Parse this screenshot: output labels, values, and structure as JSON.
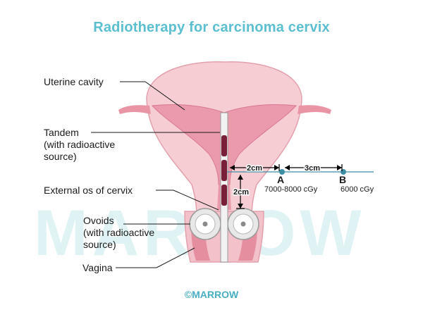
{
  "title": "Radiotherapy for carcinoma cervix",
  "watermark": "MARROW",
  "copyright": "©MARROW",
  "labels": {
    "uterine_cavity": "Uterine cavity",
    "tandem_line1": "Tandem",
    "tandem_line2": "(with radioactive",
    "tandem_line3": "source)",
    "external_os": "External os of cervix",
    "ovoids_line1": "Ovoids",
    "ovoids_line2": "(with radioactive",
    "ovoids_line3": "source)",
    "vagina": "Vagina"
  },
  "measurements": {
    "horizontal_1": "2cm",
    "horizontal_2": "3cm",
    "vertical": "2cm"
  },
  "points": {
    "a": {
      "label": "A",
      "dose": "7000-8000 cGy"
    },
    "b": {
      "label": "B",
      "dose": "6000 cGy"
    }
  },
  "colors": {
    "title": "#5bbfcf",
    "tissue": "#f4c6cc",
    "tissue_dark": "#e07f92",
    "cavity": "#e995a6",
    "source": "#7a1f3a",
    "line": "#3d8fa6"
  }
}
